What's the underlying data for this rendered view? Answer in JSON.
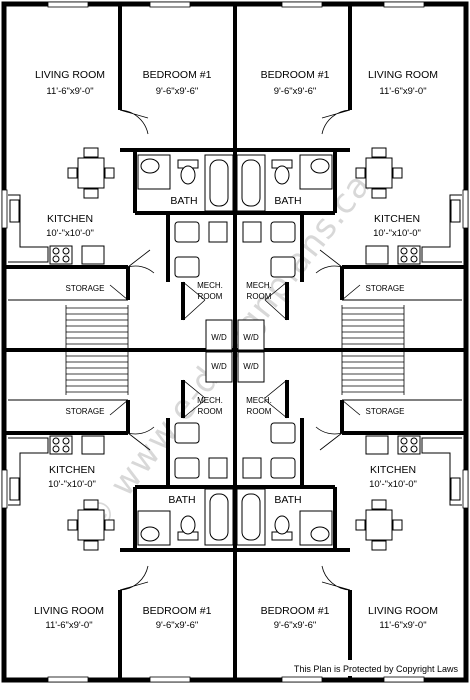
{
  "units": {
    "top_left": {
      "living": {
        "name": "LIVING ROOM",
        "dim": "11'-6\"x9'-0\""
      },
      "bedroom": {
        "name": "BEDROOM #1",
        "dim": "9'-6\"x9'-6\""
      },
      "bath": {
        "name": "BATH"
      },
      "kitchen": {
        "name": "KITCHEN",
        "dim": "10'-\"x10'-0\""
      },
      "mech": {
        "line1": "MECH.",
        "line2": "ROOM"
      },
      "storage": {
        "name": "STORAGE"
      }
    },
    "top_right": {
      "living": {
        "name": "LIVING ROOM",
        "dim": "11'-6\"x9'-0\""
      },
      "bedroom": {
        "name": "BEDROOM #1",
        "dim": "9'-6\"x9'-6\""
      },
      "bath": {
        "name": "BATH"
      },
      "kitchen": {
        "name": "KITCHEN",
        "dim": "10'-\"x10'-0\""
      },
      "mech": {
        "line1": "MECH.",
        "line2": "ROOM"
      },
      "storage": {
        "name": "STORAGE"
      }
    },
    "bottom_left": {
      "living": {
        "name": "LIVING ROOM",
        "dim": "11'-6\"x9'-0\""
      },
      "bedroom": {
        "name": "BEDROOM #1",
        "dim": "9'-6\"x9'-6\""
      },
      "bath": {
        "name": "BATH"
      },
      "kitchen": {
        "name": "KITCHEN",
        "dim": "10'-\"x10'-0\""
      },
      "mech": {
        "line1": "MECH.",
        "line2": "ROOM"
      },
      "storage": {
        "name": "STORAGE"
      }
    },
    "bottom_right": {
      "living": {
        "name": "LIVING ROOM",
        "dim": "11'-6\"x9'-0\""
      },
      "bedroom": {
        "name": "BEDROOM #1",
        "dim": "9'-6\"x9'-6\""
      },
      "bath": {
        "name": "BATH"
      },
      "kitchen": {
        "name": "KITCHEN",
        "dim": "10'-\"x10'-0\""
      },
      "mech": {
        "line1": "MECH.",
        "line2": "ROOM"
      },
      "storage": {
        "name": "STORAGE"
      }
    }
  },
  "wd_labels": [
    "W/D",
    "W/D",
    "W/D",
    "W/D"
  ],
  "watermark": "© www.e-designplans.ca",
  "copyright": "This Plan is Protected by Copyright Laws"
}
